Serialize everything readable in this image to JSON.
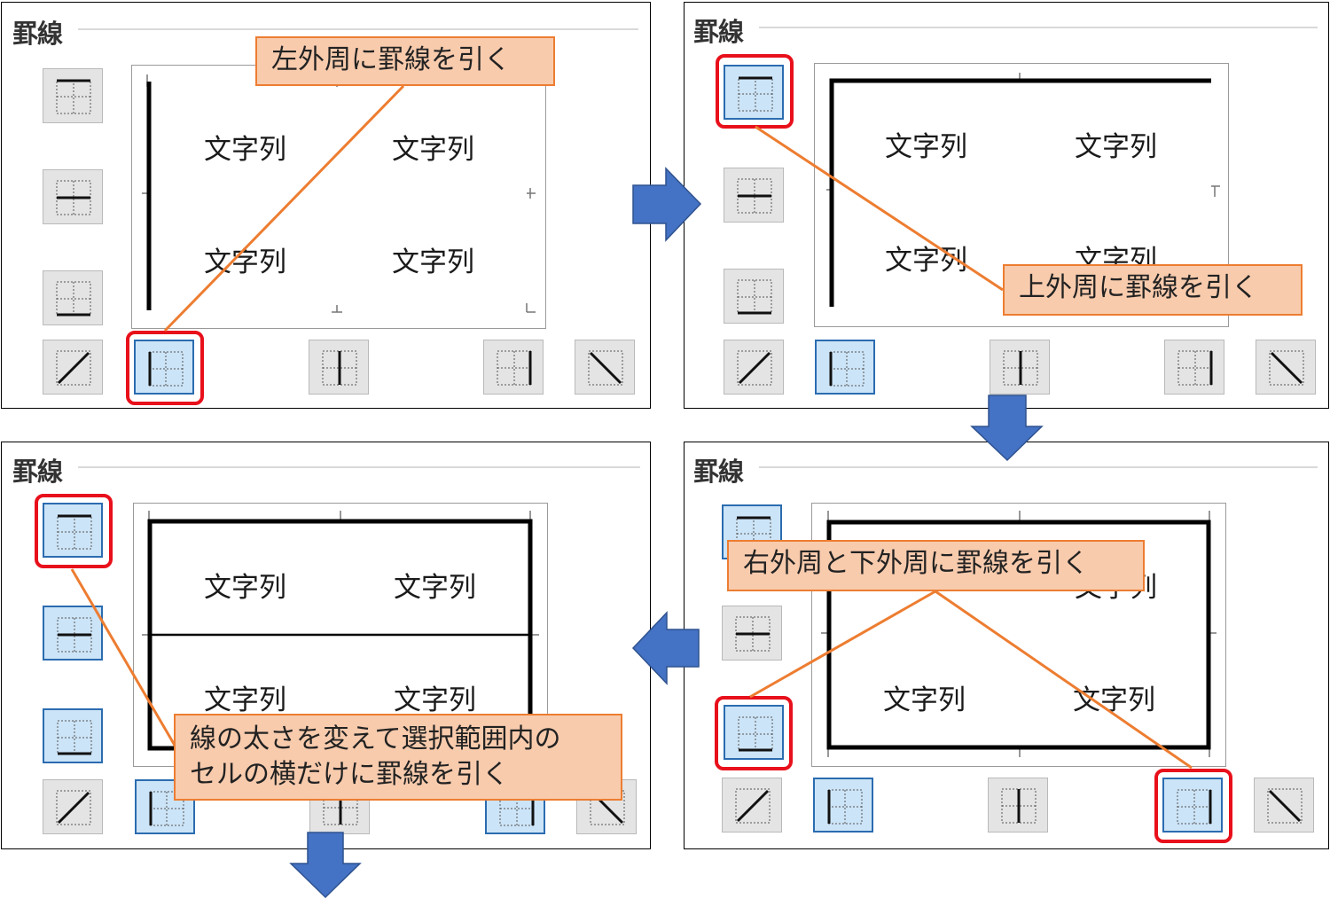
{
  "panel_title": "罫線",
  "cell_text": "文字列",
  "callouts": {
    "step1": "左外周に罫線を引く",
    "step2": "上外周に罫線を引く",
    "step3": "右外周と下外周に罫線を引く",
    "step4_line1": "線の太さを変えて選択範囲内の",
    "step4_line2": "セルの横だけに罫線を引く"
  },
  "icons": {
    "border_top": "border-top-icon",
    "border_inside_horizontal": "border-inside-horizontal-icon",
    "border_bottom": "border-bottom-icon",
    "border_diagonal_up": "border-diagonal-up-icon",
    "border_left": "border-left-icon",
    "border_inside_vertical": "border-inside-vertical-icon",
    "border_right": "border-right-icon",
    "border_diagonal_down": "border-diagonal-down-icon",
    "flow_arrow": "flow-arrow-icon"
  },
  "colors": {
    "highlight": "#e8101b",
    "callout_fill": "#f8cbad",
    "callout_border": "#ed7d31",
    "arrow": "#4472c4",
    "button_selected": "#cce4f7"
  }
}
